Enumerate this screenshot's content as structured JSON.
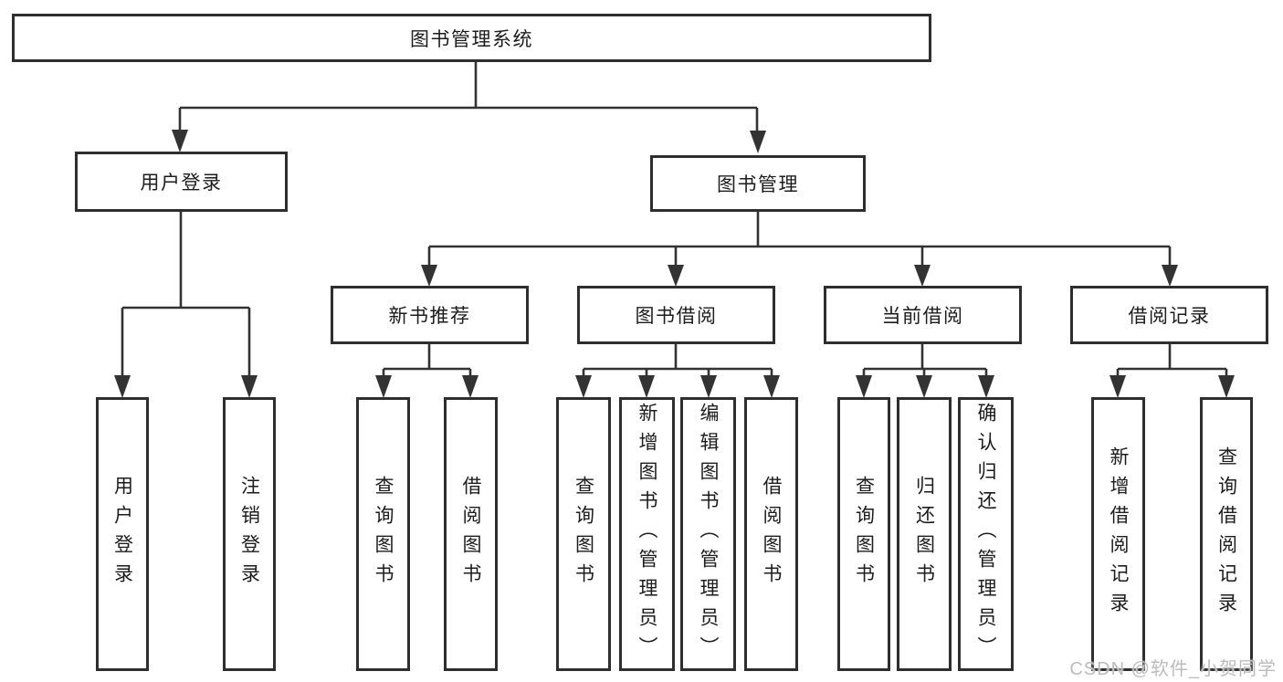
{
  "tree": {
    "root": {
      "label": "图书管理系统",
      "children": [
        {
          "label": "用户登录",
          "children": [
            {
              "label": "用户登录"
            },
            {
              "label": "注销登录"
            }
          ]
        },
        {
          "label": "图书管理",
          "children": [
            {
              "label": "新书推荐",
              "children": [
                {
                  "label": "查询图书"
                },
                {
                  "label": "借阅图书"
                }
              ]
            },
            {
              "label": "图书借阅",
              "children": [
                {
                  "label": "查询图书"
                },
                {
                  "label": "新增图书（管理员）"
                },
                {
                  "label": "编辑图书（管理员）"
                },
                {
                  "label": "借阅图书"
                }
              ]
            },
            {
              "label": "当前借阅",
              "children": [
                {
                  "label": "查询图书"
                },
                {
                  "label": "归还图书"
                },
                {
                  "label": "确认归还（管理员）"
                }
              ]
            },
            {
              "label": "借阅记录",
              "children": [
                {
                  "label": "新增借阅记录"
                },
                {
                  "label": "查询借阅记录"
                }
              ]
            }
          ]
        }
      ]
    }
  },
  "colors": {
    "line": "#333333",
    "border": "#2e2e2e",
    "text": "#1c1c1c",
    "watermark": "#bcbcbc",
    "background": "#ffffff"
  },
  "watermark": {
    "text": "CSDN @软件_小贺同学"
  }
}
